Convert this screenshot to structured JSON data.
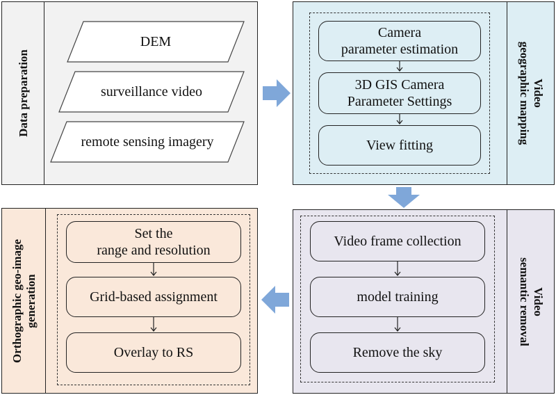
{
  "panels": {
    "data_preparation": {
      "title": "Data preparation",
      "items": [
        "DEM",
        "surveillance video",
        "remote sensing imagery"
      ],
      "bg": "#f2f2f2"
    },
    "video_geographic_mapping": {
      "title": "Video\ngeographic mapping",
      "steps": [
        "Camera\nparameter estimation",
        "3D GIS Camera\nParameter Settings",
        "View fitting"
      ],
      "bg": "#ddeef4"
    },
    "video_semantic_removal": {
      "title": "Video\nsemantic removal",
      "steps": [
        "Video frame collection",
        "model training",
        "Remove the sky"
      ],
      "bg": "#e8e6ef"
    },
    "orthographic_generation": {
      "title": "Orthographic geo-image\ngeneration",
      "steps": [
        "Set the\nrange and resolution",
        "Grid-based assignment",
        "Overlay to RS"
      ],
      "bg": "#fae8da"
    }
  },
  "colors": {
    "flow_arrow": "#7fa7d9",
    "border": "#222222"
  },
  "icons": [
    "right-flow-arrow",
    "down-flow-arrow",
    "left-flow-arrow",
    "down-step-arrow"
  ]
}
